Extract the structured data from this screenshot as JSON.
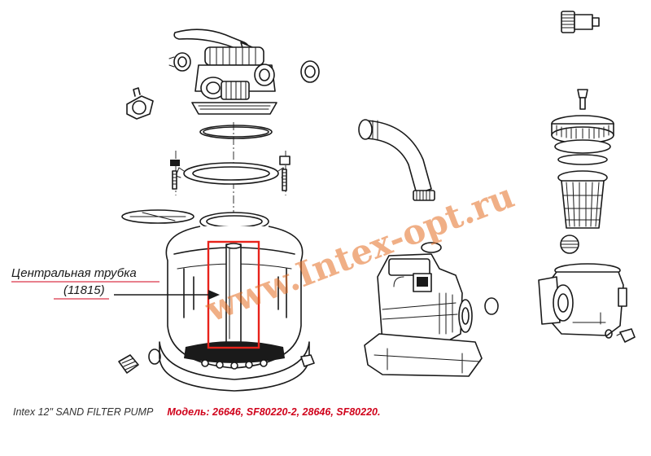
{
  "callout": {
    "label_line1": "Центральная трубка",
    "label_line2": "(11815)"
  },
  "watermark": {
    "text": "www.Intex-opt.ru"
  },
  "caption": {
    "product": "Intex 12\" SAND FILTER PUMP",
    "models": "Модель: 26646, SF80220-2, 28646, SF80220."
  },
  "colors": {
    "highlight_box": "#e8231b",
    "callout_underline": "#d0021b",
    "watermark": "#e46f25",
    "model_text": "#d0021b"
  }
}
